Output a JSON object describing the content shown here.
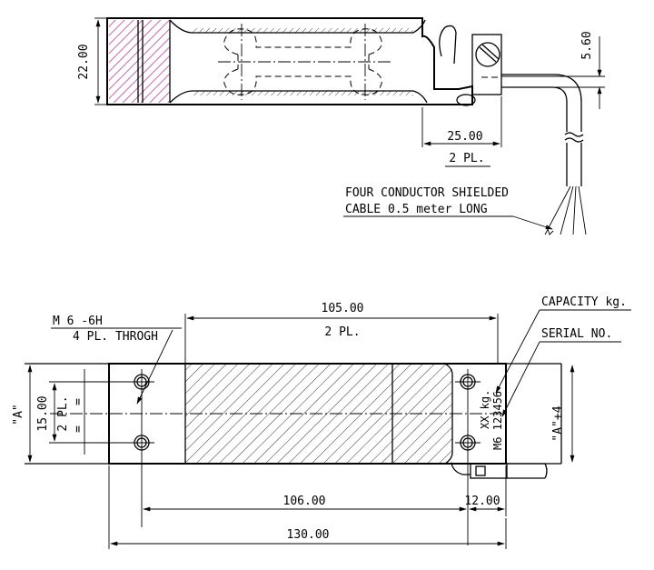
{
  "side_view": {
    "height_dim": "22.00",
    "cable_offset_dim": "5.60",
    "length_dim": "25.00",
    "length_note": "2 PL.",
    "cable_note_line1": "FOUR CONDUCTOR SHIELDED",
    "cable_note_line2": "CABLE 0.5 meter LONG"
  },
  "top_view": {
    "thread_note_line1": "M 6 -6H",
    "thread_note_line2": "4 PL. THROGH",
    "span_dim": "105.00",
    "span_note": "2 PL.",
    "capacity_label": "CAPACITY kg.",
    "serial_label": "SERIAL NO.",
    "left_width_label": "\"A\"",
    "hole_spacing_dim": "15.00",
    "hole_spacing_note": "2 PL.",
    "right_width_label": "\"A\"+4",
    "body_marking_1": "XX kg.",
    "body_marking_2": "M6 123456",
    "hole_span_dim": "106.00",
    "end_dim": "12.00",
    "overall_dim": "130.00"
  },
  "colors": {
    "line": "#000000",
    "hatch_section": "#c06ab0",
    "background": "#ffffff"
  }
}
